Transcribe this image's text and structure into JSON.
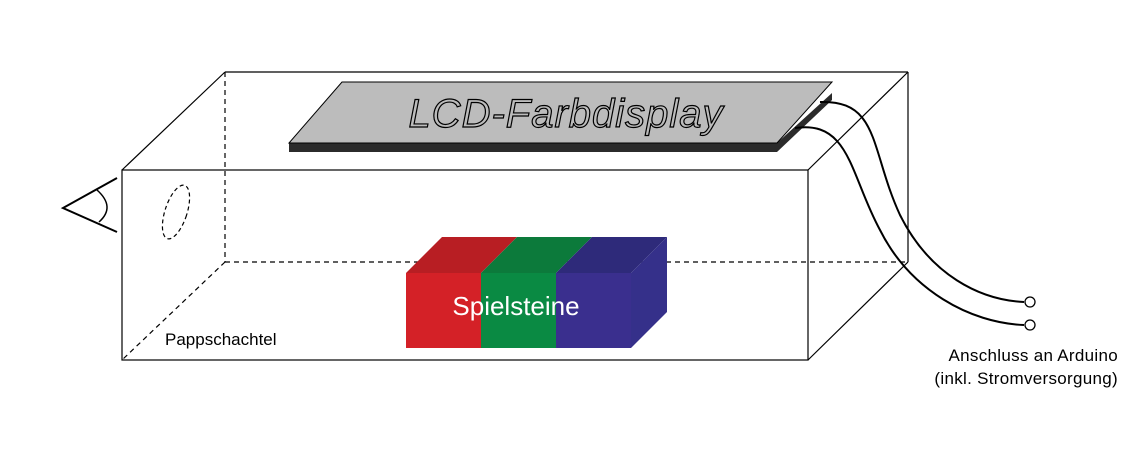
{
  "labels": {
    "display": "LCD-Farbdisplay",
    "blocks": "Spielsteine",
    "box": "Pappschachtel",
    "connection_line1": "Anschluss an Arduino",
    "connection_line2": "(inkl. Stromversorgung)"
  },
  "colors": {
    "stroke": "#000000",
    "display_face": "#bcbcbc",
    "display_base": "#2b2b2b",
    "block_red": "#d42127",
    "block_red_top": "#b81e23",
    "block_green": "#0a8a43",
    "block_green_top": "#0c7a3b",
    "block_blue": "#3a2f8e",
    "block_blue_top": "#2e2a7a",
    "block_blue_side": "#35308a"
  },
  "icons": [
    "eye-icon",
    "peephole-icon",
    "terminal-icon"
  ]
}
